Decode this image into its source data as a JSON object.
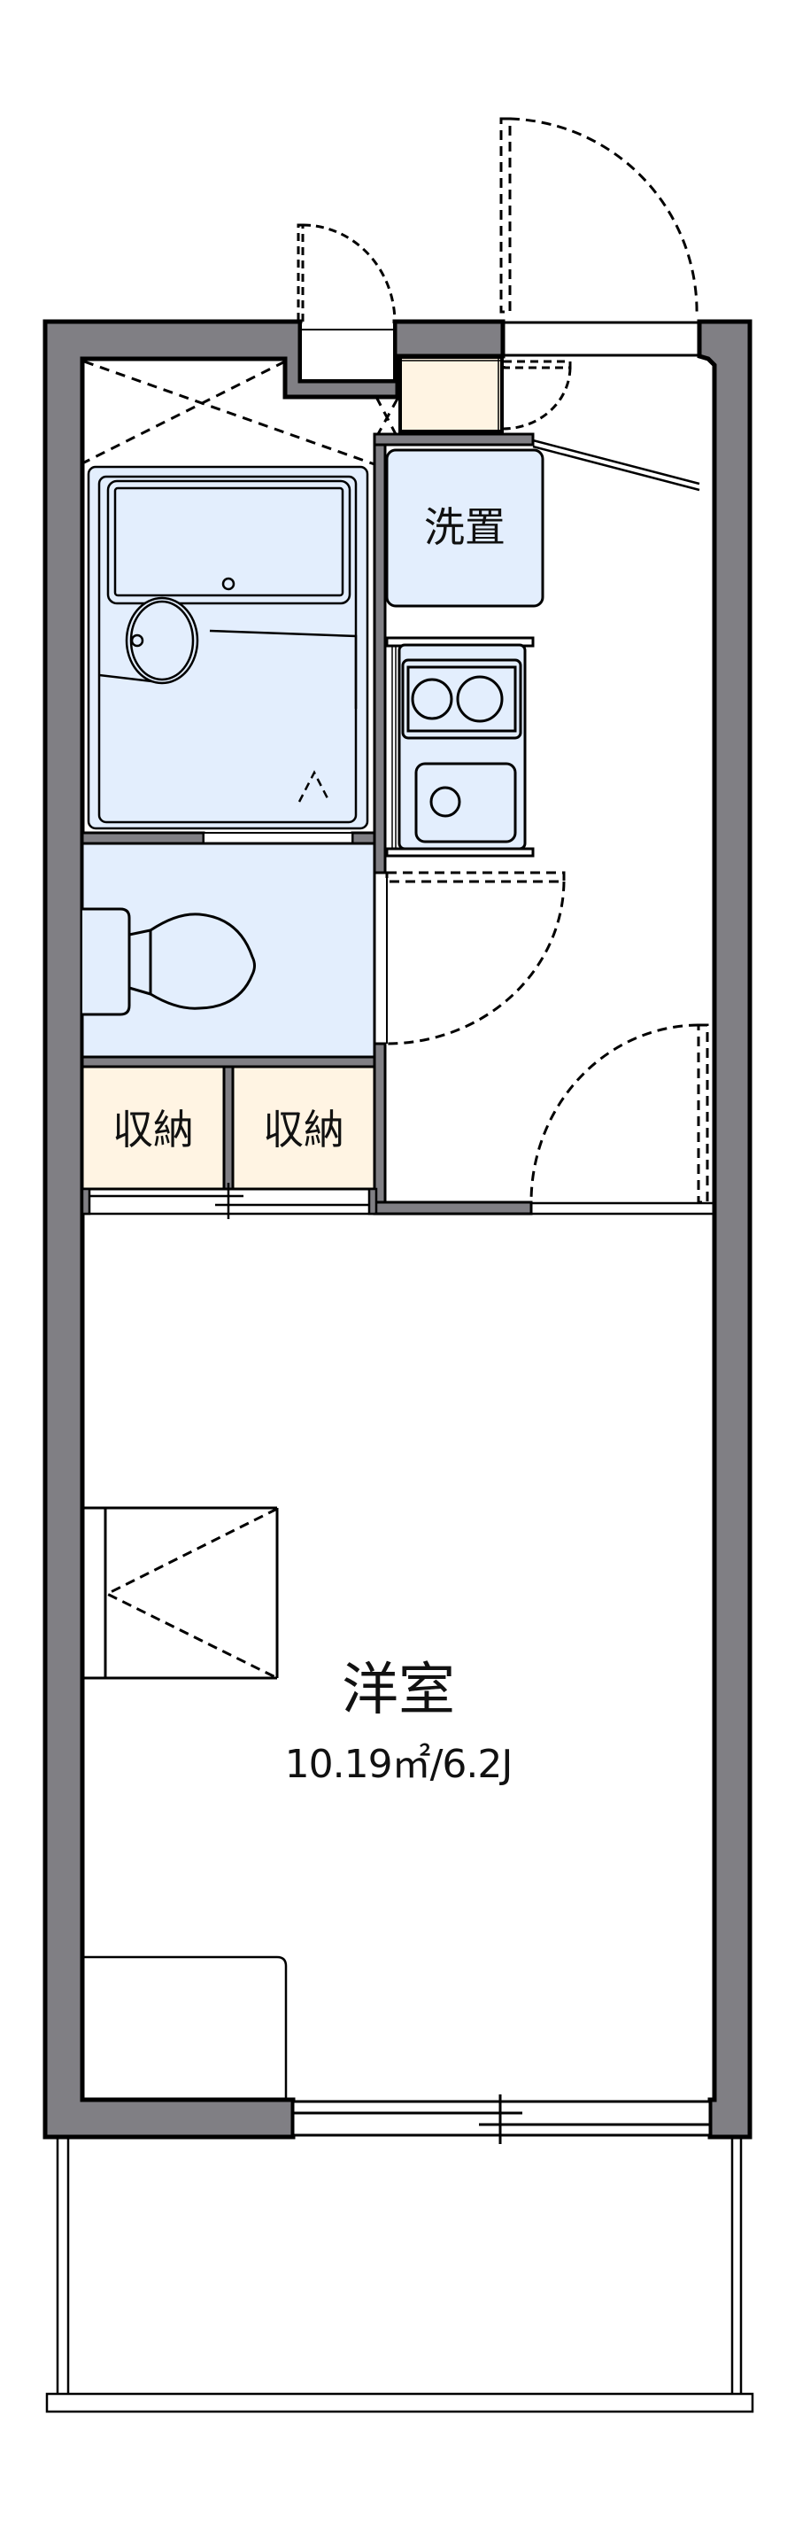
{
  "floorplan": {
    "type": "1K apartment floor plan",
    "colors": {
      "wall": "#807f84",
      "wall_outline": "#000000",
      "wet_area_fill": "#e3eefd",
      "storage_fill": "#fff4e3",
      "background": "#ffffff"
    },
    "rooms": {
      "main_room": {
        "name": "洋室",
        "area": "10.19㎡/6.2J"
      },
      "washer_space": {
        "name": "洗置"
      },
      "storage_1": {
        "name": "収納"
      },
      "storage_2": {
        "name": "収納"
      }
    },
    "fixtures": [
      "bathtub-unit",
      "wash-basin",
      "toilet",
      "kitchen-2-burner-stove",
      "kitchen-sink",
      "washing-machine-space",
      "shoe-cabinet",
      "closet",
      "balcony"
    ],
    "doors": [
      "entrance-door",
      "meter-box-door",
      "shoe-cabinet-door",
      "toilet-door",
      "room-door",
      "bath-folding-door",
      "storage-sliding-doors",
      "balcony-sliding-window"
    ]
  }
}
